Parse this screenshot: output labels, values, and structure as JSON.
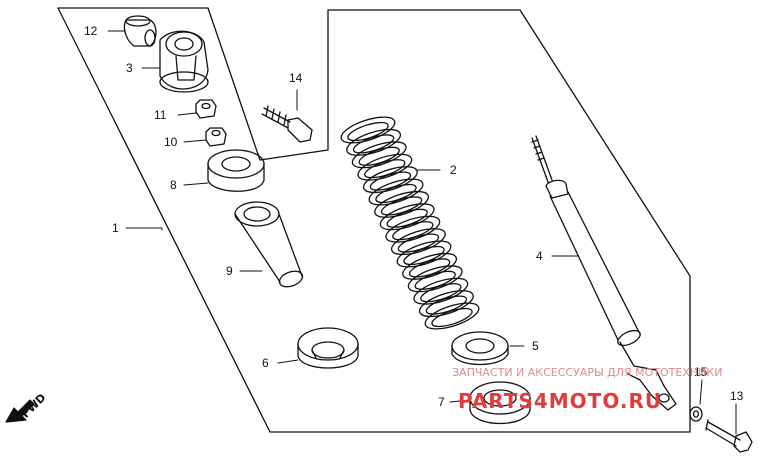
{
  "parts": [
    {
      "num": "1",
      "name": "shock-absorber-assembly"
    },
    {
      "num": "2",
      "name": "spring"
    },
    {
      "num": "3",
      "name": "upper-spring-seat"
    },
    {
      "num": "4",
      "name": "damper-rod-unit"
    },
    {
      "num": "5",
      "name": "spring-guide-ring"
    },
    {
      "num": "6",
      "name": "lower-seat"
    },
    {
      "num": "7",
      "name": "spring-seat-collar"
    },
    {
      "num": "8",
      "name": "stopper-rubber"
    },
    {
      "num": "9",
      "name": "dust-tube"
    },
    {
      "num": "10",
      "name": "lock-nut"
    },
    {
      "num": "11",
      "name": "adjuster-nut"
    },
    {
      "num": "12",
      "name": "upper-bushing"
    },
    {
      "num": "13",
      "name": "mounting-bolt"
    },
    {
      "num": "14",
      "name": "upper-bolt"
    },
    {
      "num": "15",
      "name": "washer"
    }
  ],
  "fwd_label": "FWD",
  "watermark": {
    "line1": "ЗАПЧАСТИ И АКСЕССУАРЫ ДЛЯ МОТОТЕХНИКИ",
    "line2": "PARTS4MOTO.RU"
  },
  "colors": {
    "line": "#111111",
    "watermark_red": "#e23b3b",
    "background": "#ffffff"
  }
}
